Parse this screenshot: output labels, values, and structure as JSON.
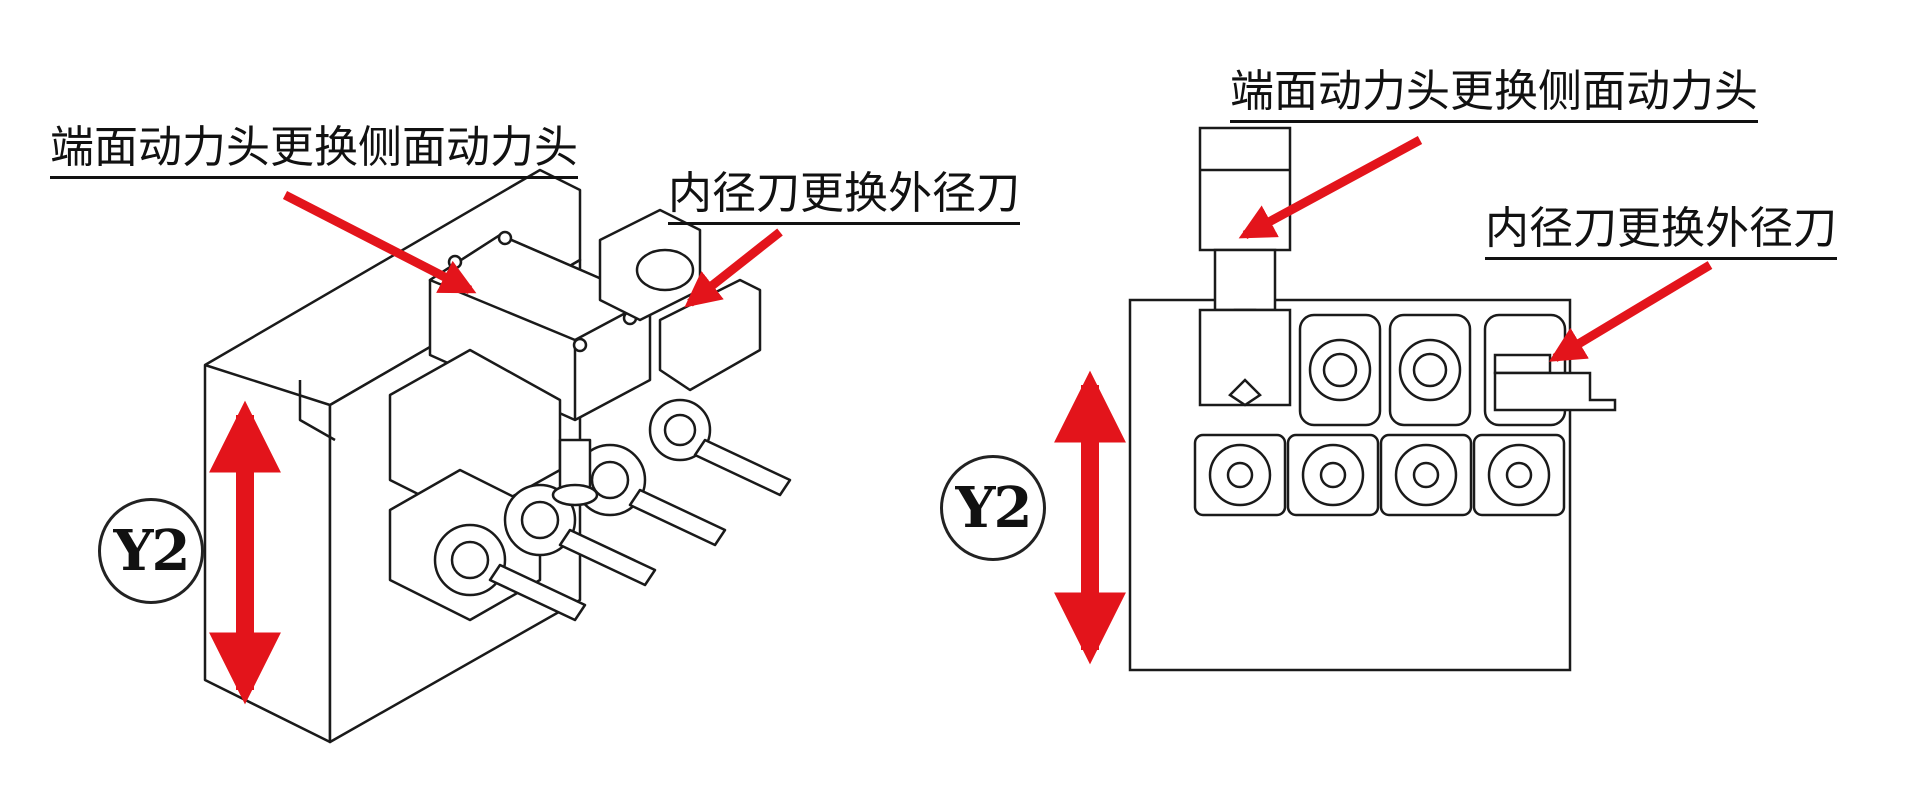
{
  "left_view": {
    "label_face_head": "端面动力头更换侧面动力头",
    "label_inner_tool": "内径刀更换外径刀",
    "axis_badge": "Y2"
  },
  "right_view": {
    "label_face_head": "端面动力头更换侧面动力头",
    "label_inner_tool": "内径刀更换外径刀",
    "axis_badge": "Y2"
  },
  "colors": {
    "arrow_red": "#e3141b",
    "line": "#1a1a1a",
    "background": "#ffffff"
  }
}
